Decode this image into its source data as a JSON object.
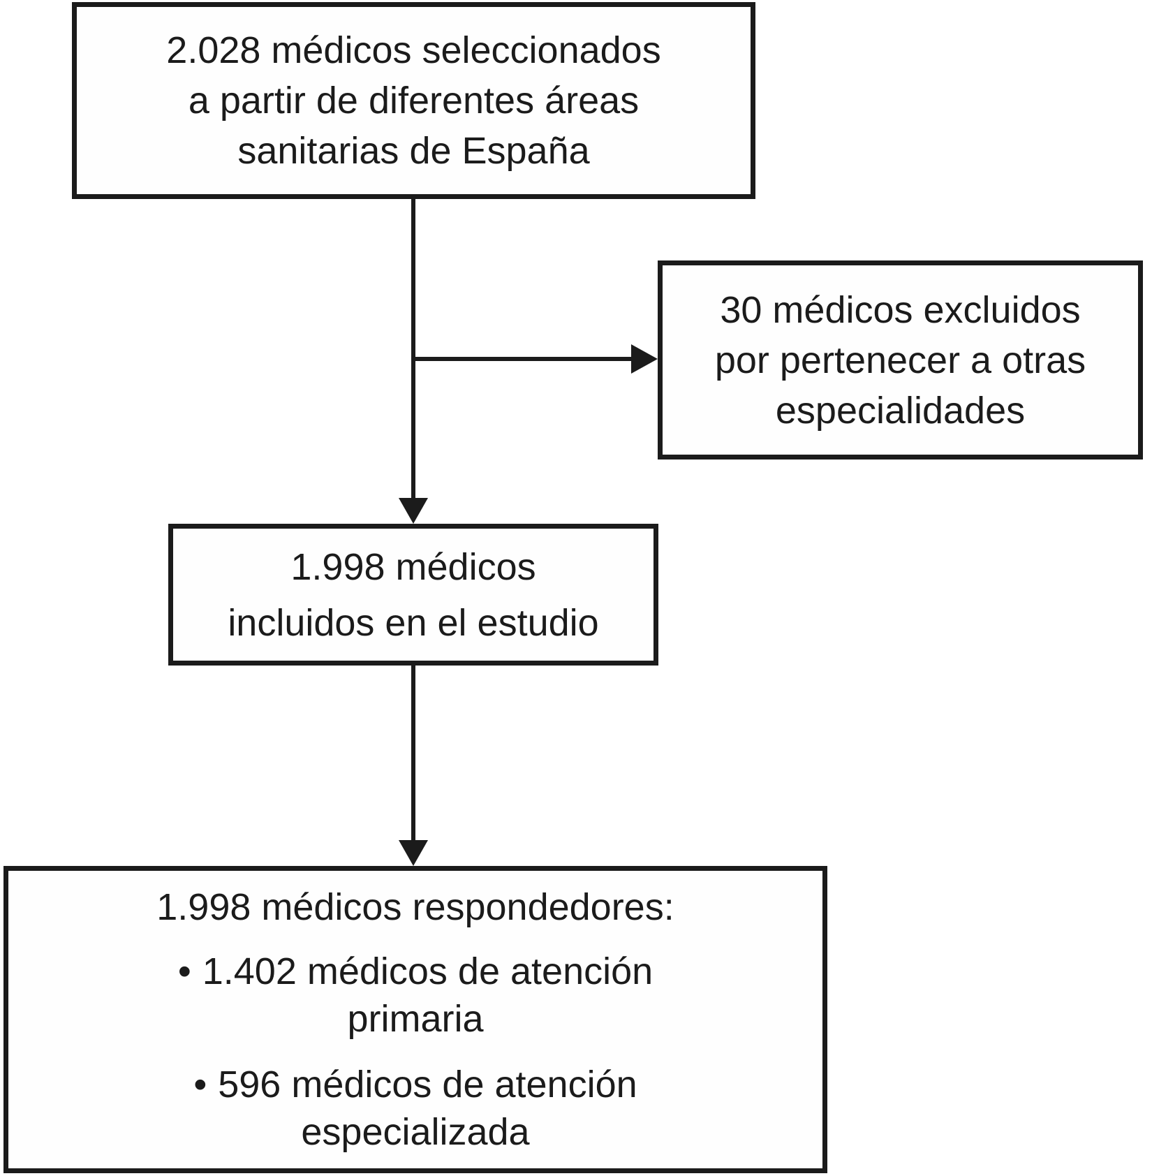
{
  "figure": {
    "type": "flowchart",
    "language": "es",
    "background_color": "#ffffff",
    "line_color": "#1b1b1b",
    "boxes": {
      "selected": {
        "lines": [
          "2.028 médicos seleccionados",
          "a partir de diferentes áreas",
          "sanitarias de España"
        ]
      },
      "excluded": {
        "lines": [
          "30 médicos excluidos",
          "por pertenecer a otras",
          "especialidades"
        ]
      },
      "included": {
        "lines": [
          "1.998 médicos",
          "incluidos en el estudio"
        ]
      },
      "responders": {
        "title": "1.998 médicos respondedores:",
        "bullet_glyph": "•",
        "bullets": [
          {
            "lines": [
              "1.402 médicos de atención",
              "primaria"
            ]
          },
          {
            "lines": [
              "596 médicos de atención",
              "especializada"
            ]
          }
        ]
      }
    },
    "connectors": [
      "selected -> included",
      "selected -> excluded",
      "included -> responders"
    ]
  }
}
